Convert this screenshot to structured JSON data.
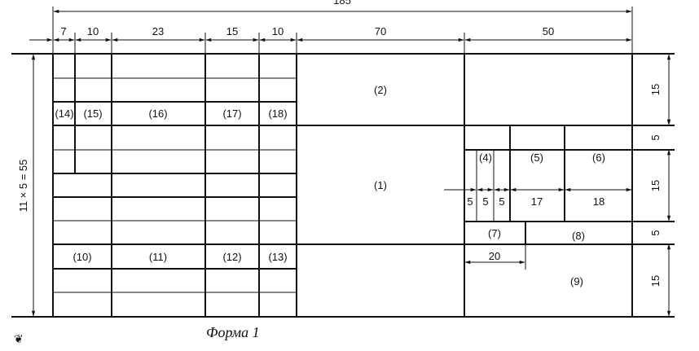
{
  "dimensions": {
    "top_total": "185",
    "top": [
      "7",
      "10",
      "23",
      "15",
      "10",
      "70",
      "50"
    ],
    "left_total": "11 × 5 = 55",
    "right": [
      "15",
      "5",
      "15",
      "5",
      "15"
    ],
    "inner": [
      "5",
      "5",
      "5",
      "17",
      "18",
      "20"
    ]
  },
  "cells": {
    "c1": "(1)",
    "c2": "(2)",
    "c3": "",
    "c4": "(4)",
    "c5": "(5)",
    "c6": "(6)",
    "c7": "(7)",
    "c8": "(8)",
    "c9": "(9)",
    "c10": "(10)",
    "c11": "(11)",
    "c12": "(12)",
    "c13": "(13)",
    "c14": "(14)",
    "c15": "(15)",
    "c16": "(16)",
    "c17": "(17)",
    "c18": "(18)"
  },
  "caption": "Форма 1",
  "corner_mark": "❦"
}
